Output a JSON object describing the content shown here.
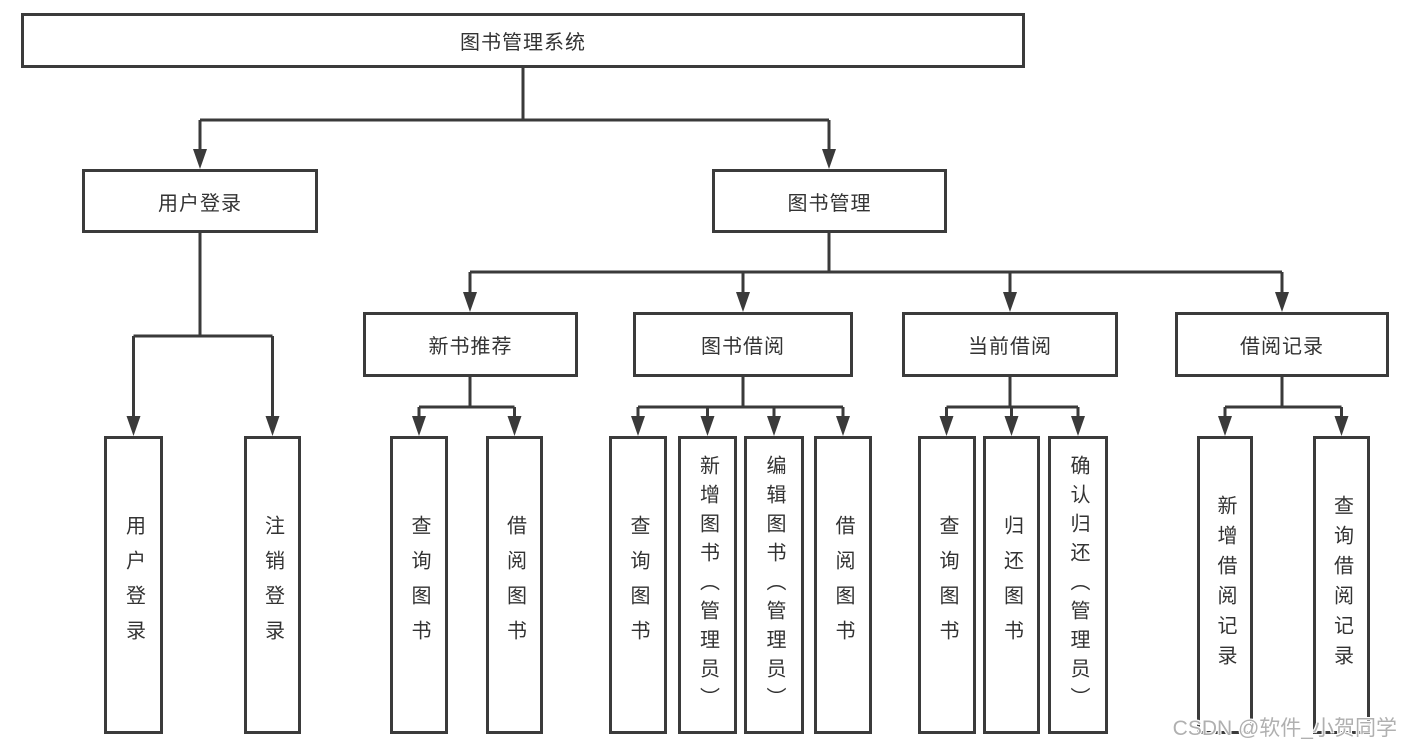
{
  "diagram": {
    "root": "图书管理系统",
    "level2": {
      "user_login": "用户登录",
      "book_mgmt": "图书管理"
    },
    "level3": {
      "new_books": "新书推荐",
      "book_borrow": "图书借阅",
      "current_borrow": "当前借阅",
      "borrow_records": "借阅记录"
    },
    "leaves": {
      "user_login": [
        "用户登录",
        "注销登录"
      ],
      "new_books": [
        "查询图书",
        "借阅图书"
      ],
      "book_borrow": [
        "查询图书",
        "新增图书（管理员）",
        "编辑图书（管理员）",
        "借阅图书"
      ],
      "current_borrow": [
        "查询图书",
        "归还图书",
        "确认归还（管理员）"
      ],
      "borrow_records": [
        "新增借阅记录",
        "查询借阅记录"
      ]
    }
  },
  "watermark": "CSDN @软件_小贺同学",
  "colors": {
    "line": "#3a3a3a",
    "box_border": "#3b3b3b",
    "text": "#333333",
    "watermark": "#b0b0b0",
    "background": "#ffffff"
  }
}
